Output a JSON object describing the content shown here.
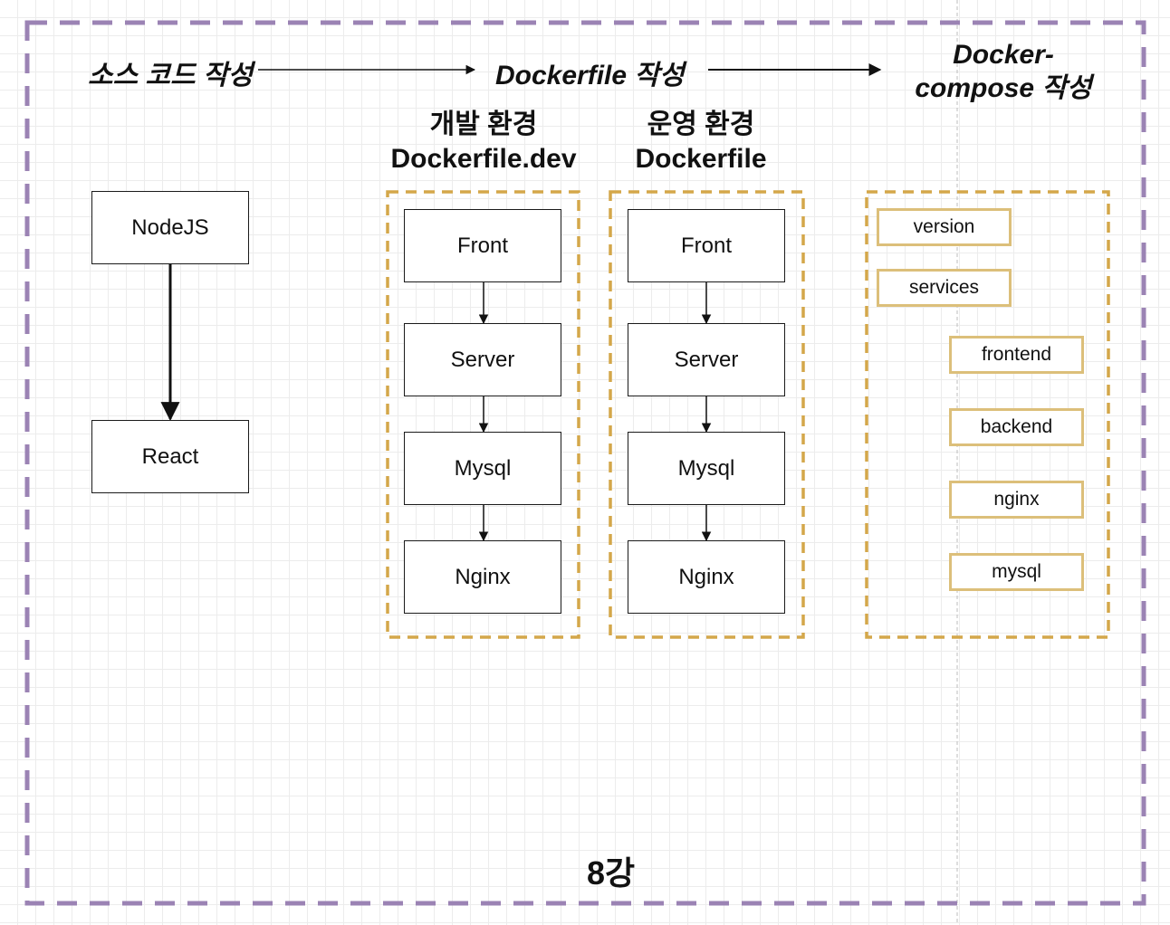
{
  "steps": {
    "source": "소스 코드 작성",
    "dockerfile": "Dockerfile 작성",
    "compose_line1": "Docker-",
    "compose_line2": "compose 작성"
  },
  "headers": {
    "dev_line1": "개발 환경",
    "dev_line2": "Dockerfile.dev",
    "prod_line1": "운영 환경",
    "prod_line2": "Dockerfile"
  },
  "source_boxes": [
    "NodeJS",
    "React"
  ],
  "dev_boxes": [
    "Front",
    "Server",
    "Mysql",
    "Nginx"
  ],
  "prod_boxes": [
    "Front",
    "Server",
    "Mysql",
    "Nginx"
  ],
  "compose_items": {
    "version": "version",
    "services": "services",
    "frontend": "frontend",
    "backend": "backend",
    "nginx": "nginx",
    "mysql": "mysql"
  },
  "footer": "8강",
  "colors": {
    "outer_border": "#9b83b4",
    "group_border": "#d4a74a",
    "tag_border": "#dcbf7a",
    "box_border": "#1a1a1a",
    "grid": "#ececec"
  }
}
